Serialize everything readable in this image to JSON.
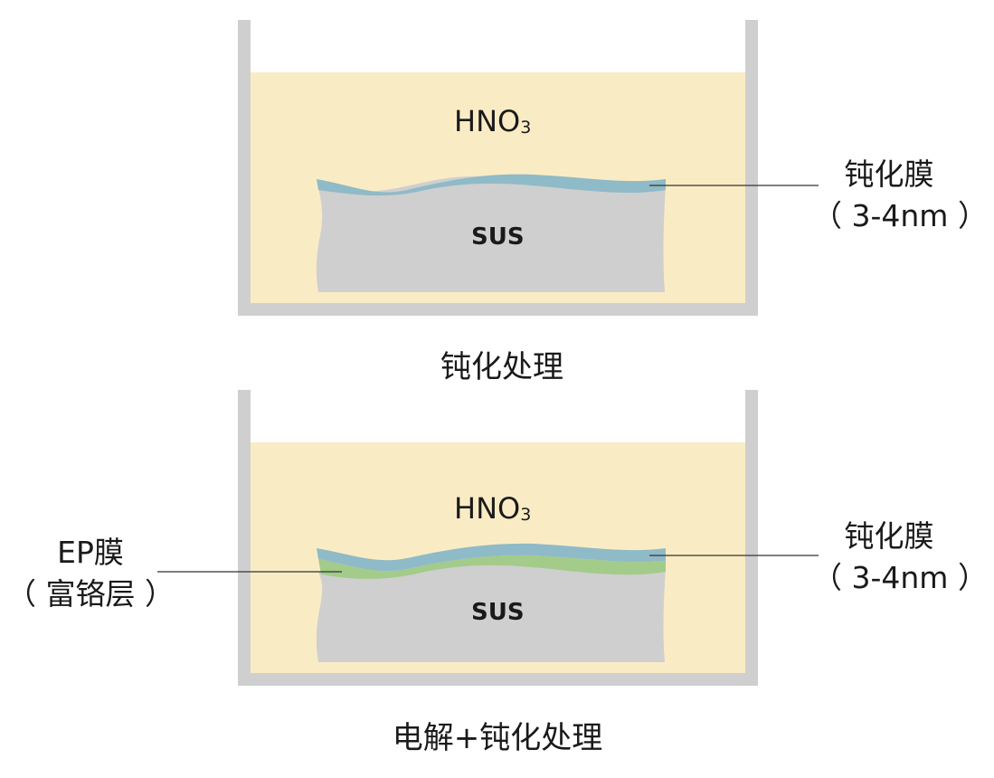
{
  "colors": {
    "tank": "#cfcfcf",
    "liquid": "#f9ecc4",
    "substrate": "#cfcfcf",
    "passive_film": "#8fbac8",
    "ep_film": "#a3cb8a",
    "leader_line": "#333333"
  },
  "top_panel": {
    "solution_label": "HNO",
    "solution_subscript": "3",
    "substrate_label": "SUS",
    "film_label_line1": "钝化膜",
    "film_label_line2": "（ 3-4nm ）",
    "caption": "钝化处理"
  },
  "bottom_panel": {
    "solution_label": "HNO",
    "solution_subscript": "3",
    "substrate_label": "SUS",
    "film_label_line1": "钝化膜",
    "film_label_line2": "（ 3-4nm ）",
    "ep_label_line1": "EP膜",
    "ep_label_line2": "（ 富铬层 ）",
    "caption": "电解+钝化处理"
  }
}
